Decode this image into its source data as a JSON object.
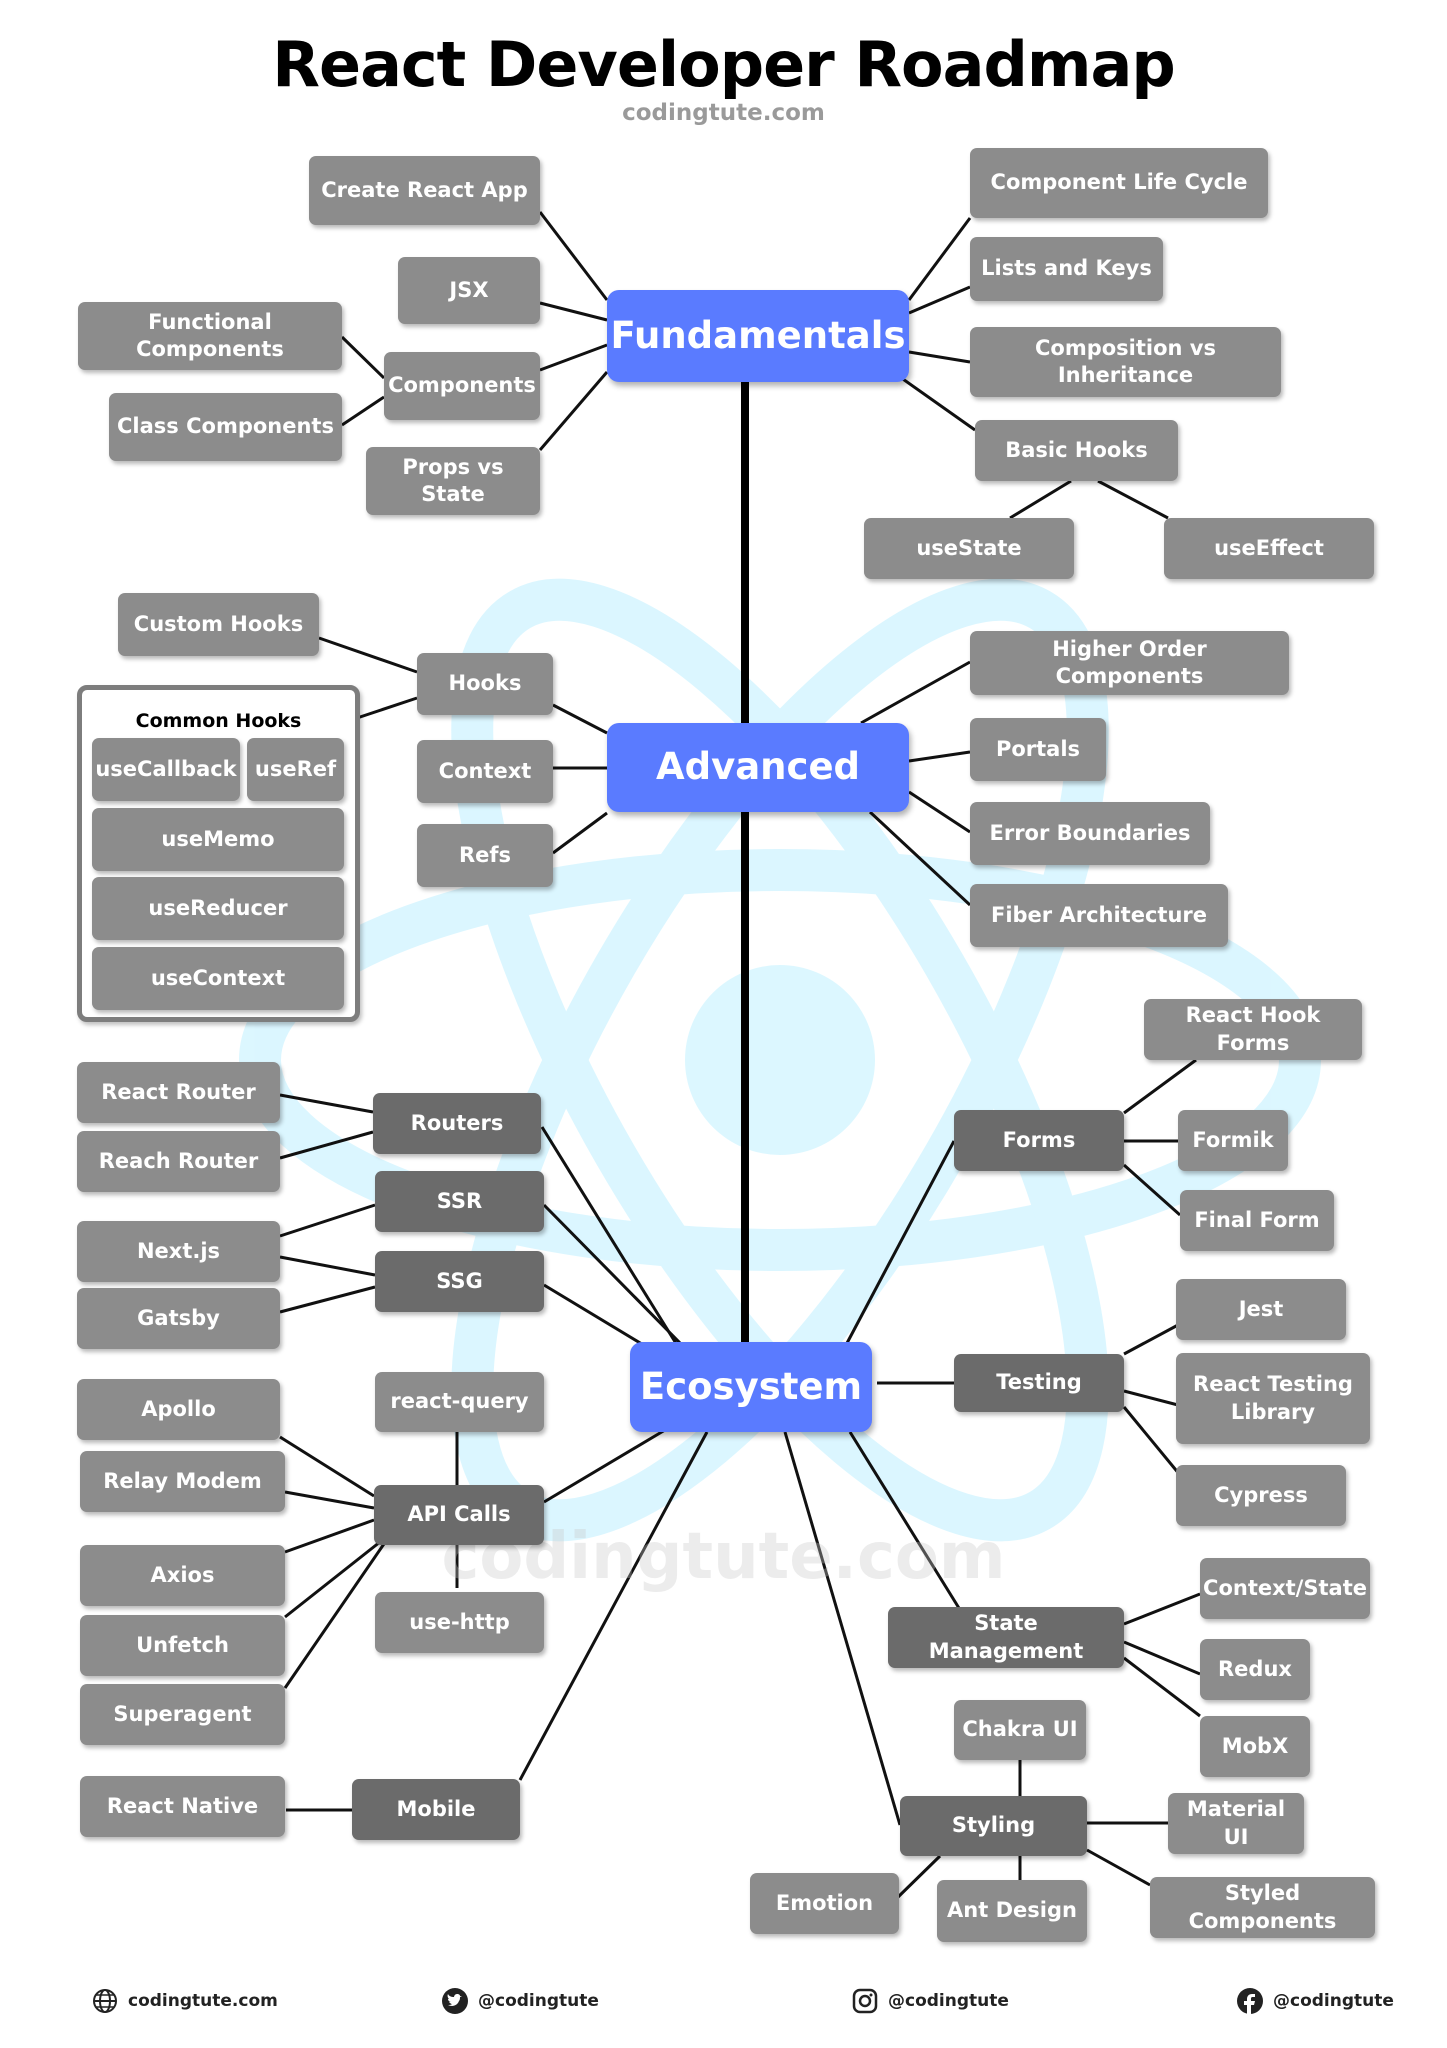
{
  "title": "React Developer Roadmap",
  "subtitle": "codingtute.com",
  "watermark": "codingtute.com",
  "colors": {
    "main": "#5a7bff",
    "topic": "#8c8c8c",
    "sub": "#6b6b6b",
    "line": "#111111",
    "trunk": "#000000",
    "logo": "#d8f6ff"
  },
  "nodes": {
    "fundamentals": "Fundamentals",
    "advanced": "Advanced",
    "ecosystem": "Ecosystem",
    "create_react_app": "Create React App",
    "jsx": "JSX",
    "components": "Components",
    "functional_components": "Functional Components",
    "class_components": "Class Components",
    "props_vs_state": "Props vs State",
    "component_life_cycle": "Component Life Cycle",
    "lists_and_keys": "Lists and Keys",
    "composition_vs_inheritance": "Composition vs Inheritance",
    "basic_hooks": "Basic Hooks",
    "usestate": "useState",
    "useeffect": "useEffect",
    "custom_hooks": "Custom Hooks",
    "hooks": "Hooks",
    "context": "Context",
    "refs": "Refs",
    "common_hooks_title": "Common Hooks",
    "usecallback": "useCallback",
    "useref": "useRef",
    "usememo": "useMemo",
    "usereducer": "useReducer",
    "usecontext": "useContext",
    "higher_order_components": "Higher Order Components",
    "portals": "Portals",
    "error_boundaries": "Error Boundaries",
    "fiber_architecture": "Fiber Architecture",
    "react_router": "React Router",
    "reach_router": "Reach Router",
    "routers": "Routers",
    "ssr": "SSR",
    "ssg": "SSG",
    "nextjs": "Next.js",
    "gatsby": "Gatsby",
    "react_query": "react-query",
    "apollo": "Apollo",
    "relay_modem": "Relay Modem",
    "api_calls": "API Calls",
    "axios": "Axios",
    "unfetch": "Unfetch",
    "superagent": "Superagent",
    "use_http": "use-http",
    "react_native": "React Native",
    "mobile": "Mobile",
    "forms": "Forms",
    "react_hook_forms": "React Hook Forms",
    "formik": "Formik",
    "final_form": "Final Form",
    "testing": "Testing",
    "jest": "Jest",
    "react_testing_library": "React Testing Library",
    "cypress": "Cypress",
    "state_management": "State Management",
    "context_state": "Context/State",
    "redux": "Redux",
    "mobx": "MobX",
    "styling": "Styling",
    "chakra_ui": "Chakra UI",
    "material_ui": "Material UI",
    "emotion": "Emotion",
    "ant_design": "Ant Design",
    "styled_components": "Styled Components"
  },
  "footer": [
    {
      "icon": "globe-icon",
      "text": "codingtute.com"
    },
    {
      "icon": "twitter-icon",
      "text": "@codingtute"
    },
    {
      "icon": "instagram-icon",
      "text": "@codingtute"
    },
    {
      "icon": "facebook-icon",
      "text": "@codingtute"
    }
  ]
}
